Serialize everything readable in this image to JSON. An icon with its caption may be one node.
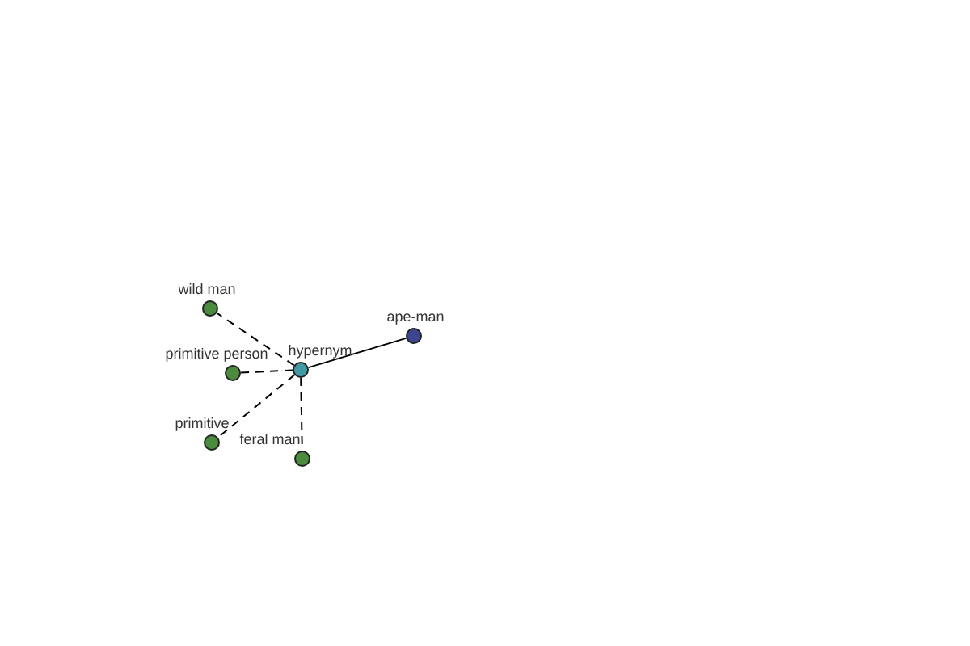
{
  "diagram": {
    "nodes": [
      {
        "text": [
          "wild man"
        ]
      },
      {
        "text": [
          "primitive person"
        ]
      },
      {
        "text": [
          "hypernym"
        ]
      },
      {
        "text": [
          "ape-man"
        ]
      },
      {
        "text": [
          "primitive"
        ]
      },
      {
        "text": [
          "feral man"
        ]
      }
    ],
    "edges": [
      {
        "from": 2,
        "to": 0,
        "arrow": "none",
        "style": "dashed"
      },
      {
        "from": 2,
        "to": 1,
        "arrow": "none",
        "style": "dashed"
      },
      {
        "from": 2,
        "to": 3,
        "arrow": "none"
      },
      {
        "from": 2,
        "to": 4,
        "arrow": "none",
        "style": "dashed"
      },
      {
        "from": 2,
        "to": 5,
        "arrow": "none",
        "style": "dashed"
      }
    ]
  }
}
